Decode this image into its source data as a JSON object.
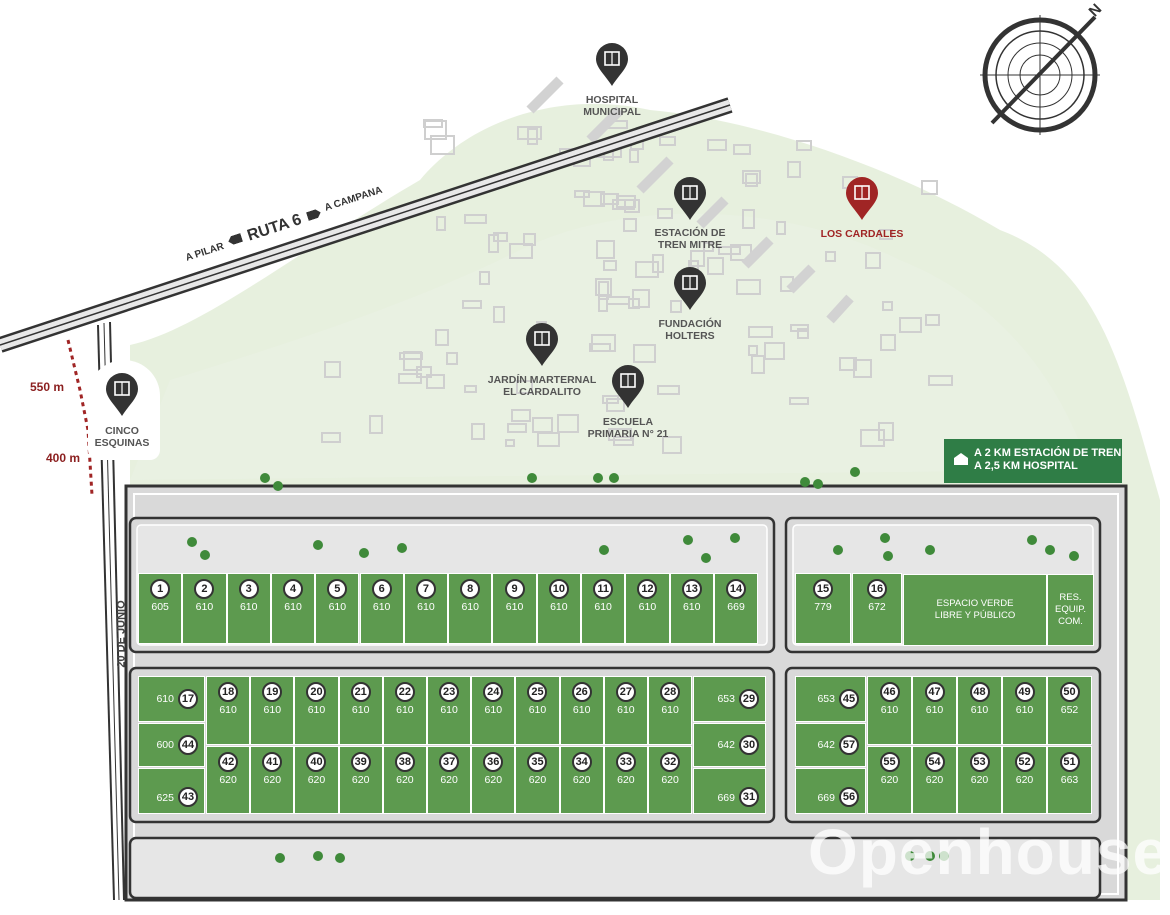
{
  "colors": {
    "lot_green": "#5d9a4f",
    "accent_red": "#a02525",
    "info_green": "#2f7d46",
    "road_gray": "#d8d8d8"
  },
  "road": {
    "name": "RUTA 6",
    "left": "A PILAR",
    "right": "A CAMPANA"
  },
  "street_name": "20 DE JUNIO",
  "distances": {
    "d1": "550 m",
    "d2": "400 m"
  },
  "compass": {
    "north": "N"
  },
  "info_box": {
    "line1": "A 2 KM ESTACIÓN DE TREN",
    "line2": "A 2,5 KM HOSPITAL"
  },
  "places": [
    {
      "id": "hospital",
      "icon": "hospital-icon",
      "label": "HOSPITAL\nMUNICIPAL"
    },
    {
      "id": "estacion",
      "icon": "train-icon",
      "label": "ESTACIÓN DE\nTREN MITRE"
    },
    {
      "id": "cardales",
      "icon": "town-icon",
      "label": "LOS CARDALES"
    },
    {
      "id": "holters",
      "icon": "building-icon",
      "label": "FUNDACIÓN\nHOLTERS"
    },
    {
      "id": "jardin",
      "icon": "school-icon",
      "label": "JARDÍN MARTERNAL\nEL CARDALITO"
    },
    {
      "id": "escuela",
      "icon": "school-icon",
      "label": "ESCUELA\nPRIMARIA N° 21"
    },
    {
      "id": "cinco",
      "icon": "town-icon",
      "label": "CINCO\nESQUINAS"
    }
  ],
  "lots_row1": [
    {
      "n": "1",
      "a": "605"
    },
    {
      "n": "2",
      "a": "610"
    },
    {
      "n": "3",
      "a": "610"
    },
    {
      "n": "4",
      "a": "610"
    },
    {
      "n": "5",
      "a": "610"
    },
    {
      "n": "6",
      "a": "610"
    },
    {
      "n": "7",
      "a": "610"
    },
    {
      "n": "8",
      "a": "610"
    },
    {
      "n": "9",
      "a": "610"
    },
    {
      "n": "10",
      "a": "610"
    },
    {
      "n": "11",
      "a": "610"
    },
    {
      "n": "12",
      "a": "610"
    },
    {
      "n": "13",
      "a": "610"
    },
    {
      "n": "14",
      "a": "669"
    }
  ],
  "lots_row1_right": [
    {
      "n": "15",
      "a": "779"
    },
    {
      "n": "16",
      "a": "672"
    }
  ],
  "special_green": "ESPACIO VERDE\nLIBRE Y PÚBLICO",
  "special_res": "RES.\nEQUIP.\nCOM.",
  "lots_row2_top": [
    {
      "n": "18",
      "a": "610"
    },
    {
      "n": "19",
      "a": "610"
    },
    {
      "n": "20",
      "a": "610"
    },
    {
      "n": "21",
      "a": "610"
    },
    {
      "n": "22",
      "a": "610"
    },
    {
      "n": "23",
      "a": "610"
    },
    {
      "n": "24",
      "a": "610"
    },
    {
      "n": "25",
      "a": "610"
    },
    {
      "n": "26",
      "a": "610"
    },
    {
      "n": "27",
      "a": "610"
    },
    {
      "n": "28",
      "a": "610"
    }
  ],
  "lots_row2_bottom": [
    {
      "n": "42",
      "a": "620"
    },
    {
      "n": "41",
      "a": "620"
    },
    {
      "n": "40",
      "a": "620"
    },
    {
      "n": "39",
      "a": "620"
    },
    {
      "n": "38",
      "a": "620"
    },
    {
      "n": "37",
      "a": "620"
    },
    {
      "n": "36",
      "a": "620"
    },
    {
      "n": "35",
      "a": "620"
    },
    {
      "n": "34",
      "a": "620"
    },
    {
      "n": "33",
      "a": "620"
    },
    {
      "n": "32",
      "a": "620"
    }
  ],
  "lots_row2_left": [
    {
      "n": "17",
      "a": "610"
    },
    {
      "n": "44",
      "a": "600"
    },
    {
      "n": "43",
      "a": "625"
    }
  ],
  "lots_row2_right": [
    {
      "n": "29",
      "a": "653"
    },
    {
      "n": "30",
      "a": "642"
    },
    {
      "n": "31",
      "a": "669"
    }
  ],
  "lots_row2r_left": [
    {
      "n": "45",
      "a": "653"
    },
    {
      "n": "57",
      "a": "642"
    },
    {
      "n": "56",
      "a": "669"
    }
  ],
  "lots_row2r_top": [
    {
      "n": "46",
      "a": "610"
    },
    {
      "n": "47",
      "a": "610"
    },
    {
      "n": "48",
      "a": "610"
    },
    {
      "n": "49",
      "a": "610"
    },
    {
      "n": "50",
      "a": "652"
    }
  ],
  "lots_row2r_bottom": [
    {
      "n": "55",
      "a": "620"
    },
    {
      "n": "54",
      "a": "620"
    },
    {
      "n": "53",
      "a": "620"
    },
    {
      "n": "52",
      "a": "620"
    },
    {
      "n": "51",
      "a": "663"
    }
  ],
  "watermark": "Openhouse"
}
